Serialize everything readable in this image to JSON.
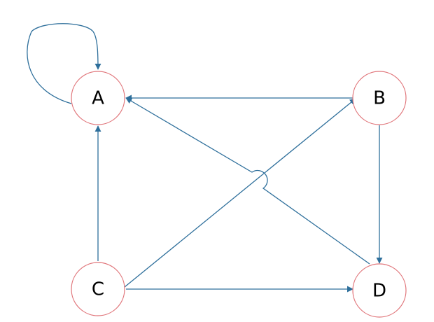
{
  "diagram": {
    "nodes": {
      "a": {
        "label": "A"
      },
      "b": {
        "label": "B"
      },
      "c": {
        "label": "C"
      },
      "d": {
        "label": "D"
      }
    },
    "edges": [
      {
        "from": "A",
        "to": "A"
      },
      {
        "from": "B",
        "to": "A"
      },
      {
        "from": "B",
        "to": "D"
      },
      {
        "from": "C",
        "to": "A"
      },
      {
        "from": "C",
        "to": "B"
      },
      {
        "from": "C",
        "to": "D"
      },
      {
        "from": "D",
        "to": "A"
      }
    ]
  },
  "colors": {
    "node_stroke": "#e0757a",
    "edge": "#2e6f9b",
    "label": "#000000",
    "background": "#ffffff"
  }
}
